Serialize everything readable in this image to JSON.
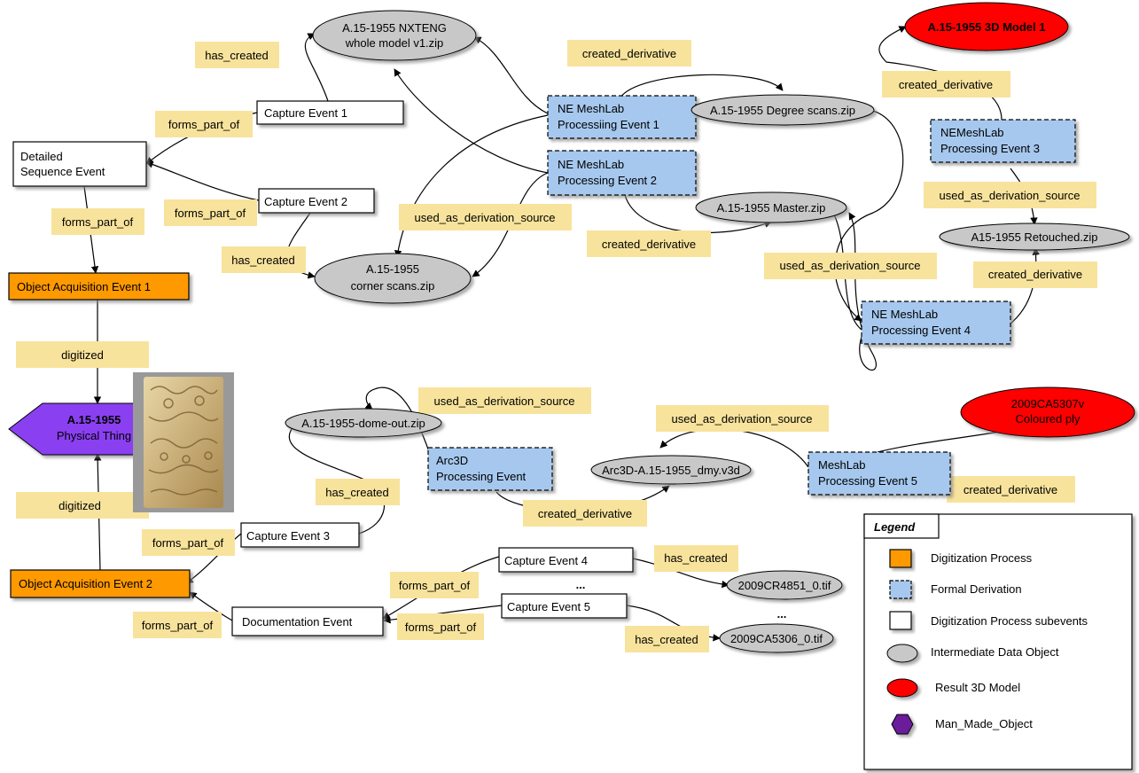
{
  "nodes": {
    "detailed_seq": {
      "lines": [
        "Detailed",
        "Sequence Event"
      ]
    },
    "obj_acq_1": {
      "lines": [
        "Object Acquisition Event 1"
      ]
    },
    "obj_acq_2": {
      "lines": [
        "Object Acquisition Event 2"
      ]
    },
    "physical_thing": {
      "lines": [
        "A.15-1955",
        "Physical Thing"
      ]
    },
    "capture_1": {
      "lines": [
        "Capture Event 1"
      ]
    },
    "capture_2": {
      "lines": [
        "Capture Event 2"
      ]
    },
    "capture_3": {
      "lines": [
        "Capture Event 3"
      ]
    },
    "capture_4": {
      "lines": [
        "Capture Event 4"
      ]
    },
    "capture_5": {
      "lines": [
        "Capture Event 5"
      ]
    },
    "documentation": {
      "lines": [
        "Documentation Event"
      ]
    },
    "ne_mesh_1": {
      "lines": [
        "NE MeshLab",
        "Processiing Event 1"
      ]
    },
    "ne_mesh_2": {
      "lines": [
        "NE MeshLab",
        "Processing Event 2"
      ]
    },
    "ne_mesh_3": {
      "lines": [
        "NEMeshLab",
        "Processing Event 3"
      ]
    },
    "ne_mesh_4": {
      "lines": [
        "NE MeshLab",
        "Processing Event 4"
      ]
    },
    "mesh_5": {
      "lines": [
        "MeshLab",
        "Processing Event 5"
      ]
    },
    "arc3d_proc": {
      "lines": [
        "Arc3D",
        "Processing Event"
      ]
    },
    "whole_model": {
      "lines": [
        "A.15-1955 NXTENG",
        "whole model v1.zip"
      ]
    },
    "corner_scans": {
      "lines": [
        "A.15-1955",
        "corner scans.zip"
      ]
    },
    "degree_scans": {
      "lines": [
        "A.15-1955 Degree scans.zip"
      ]
    },
    "master": {
      "lines": [
        "A.15-1955 Master.zip"
      ]
    },
    "retouched": {
      "lines": [
        "A15-1955 Retouched.zip"
      ]
    },
    "model_3d": {
      "lines": [
        "A.15-1955 3D Model 1"
      ]
    },
    "dome_out": {
      "lines": [
        "A.15-1955-dome-out.zip"
      ]
    },
    "arc3d_file": {
      "lines": [
        "Arc3D-A.15-1955_dmy.v3d"
      ]
    },
    "coloured_ply": {
      "lines": [
        "2009CA5307v",
        "Coloured ply"
      ]
    },
    "cr4851": {
      "lines": [
        "2009CR4851_0.tif"
      ]
    },
    "ca5306": {
      "lines": [
        "2009CA5306_0.tif"
      ]
    }
  },
  "edge_labels": {
    "has_created": "has_created",
    "forms_part_of": "forms_part_of",
    "created_derivative": "created_derivative",
    "used_as_derivation_source": "used_as_derivation_source",
    "digitized": "digitized"
  },
  "ellipsis": "...",
  "legend": {
    "title": "Legend",
    "items": [
      {
        "label": "Digitization Process",
        "icon": "orange-square"
      },
      {
        "label": "Formal Derivation",
        "icon": "blue-dashed-square"
      },
      {
        "label": "Digitization Process subevents",
        "icon": "white-square"
      },
      {
        "label": "Intermediate Data Object",
        "icon": "grey-ellipse"
      },
      {
        "label": "Result 3D Model",
        "icon": "red-ellipse"
      },
      {
        "label": "Man_Made_Object",
        "icon": "purple-hexagon"
      }
    ]
  },
  "colors": {
    "label_bg": "#f8e39c",
    "digitization_fill": "#ff9900",
    "derivation_fill": "#a6c8ee",
    "data_object_fill": "#c8c8c8",
    "result_fill": "#ff0000",
    "man_made_fill": "#8a3ff0",
    "legend_man_made": "#6a1a9a"
  }
}
